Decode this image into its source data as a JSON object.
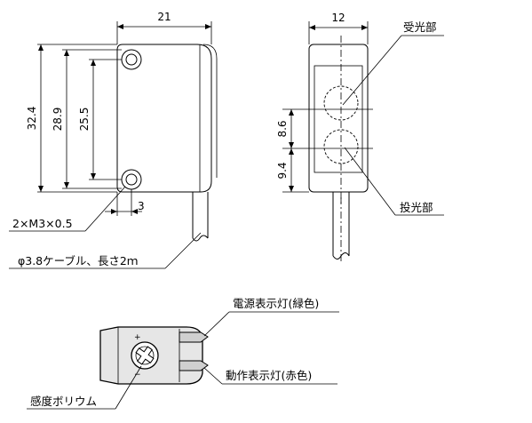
{
  "side_view": {
    "width_dim": "21",
    "height_dims": [
      "32.4",
      "28.9",
      "25.5"
    ],
    "hole_offset_dim": "3",
    "screw_label": "2×M3×0.5",
    "cable_label": "φ3.8ケーブル、長さ2ｍ"
  },
  "front_view": {
    "width_dim": "12",
    "spacing_dims": [
      "8.6",
      "9.4"
    ],
    "receiver_label": "受光部",
    "emitter_label": "投光部"
  },
  "rear_view": {
    "power_led_label": "電源表示灯(緑色)",
    "operation_led_label": "動作表示灯(赤色)",
    "sensitivity_label": "感度ボリウム",
    "plus_mark": "+",
    "minus_mark": "−"
  }
}
